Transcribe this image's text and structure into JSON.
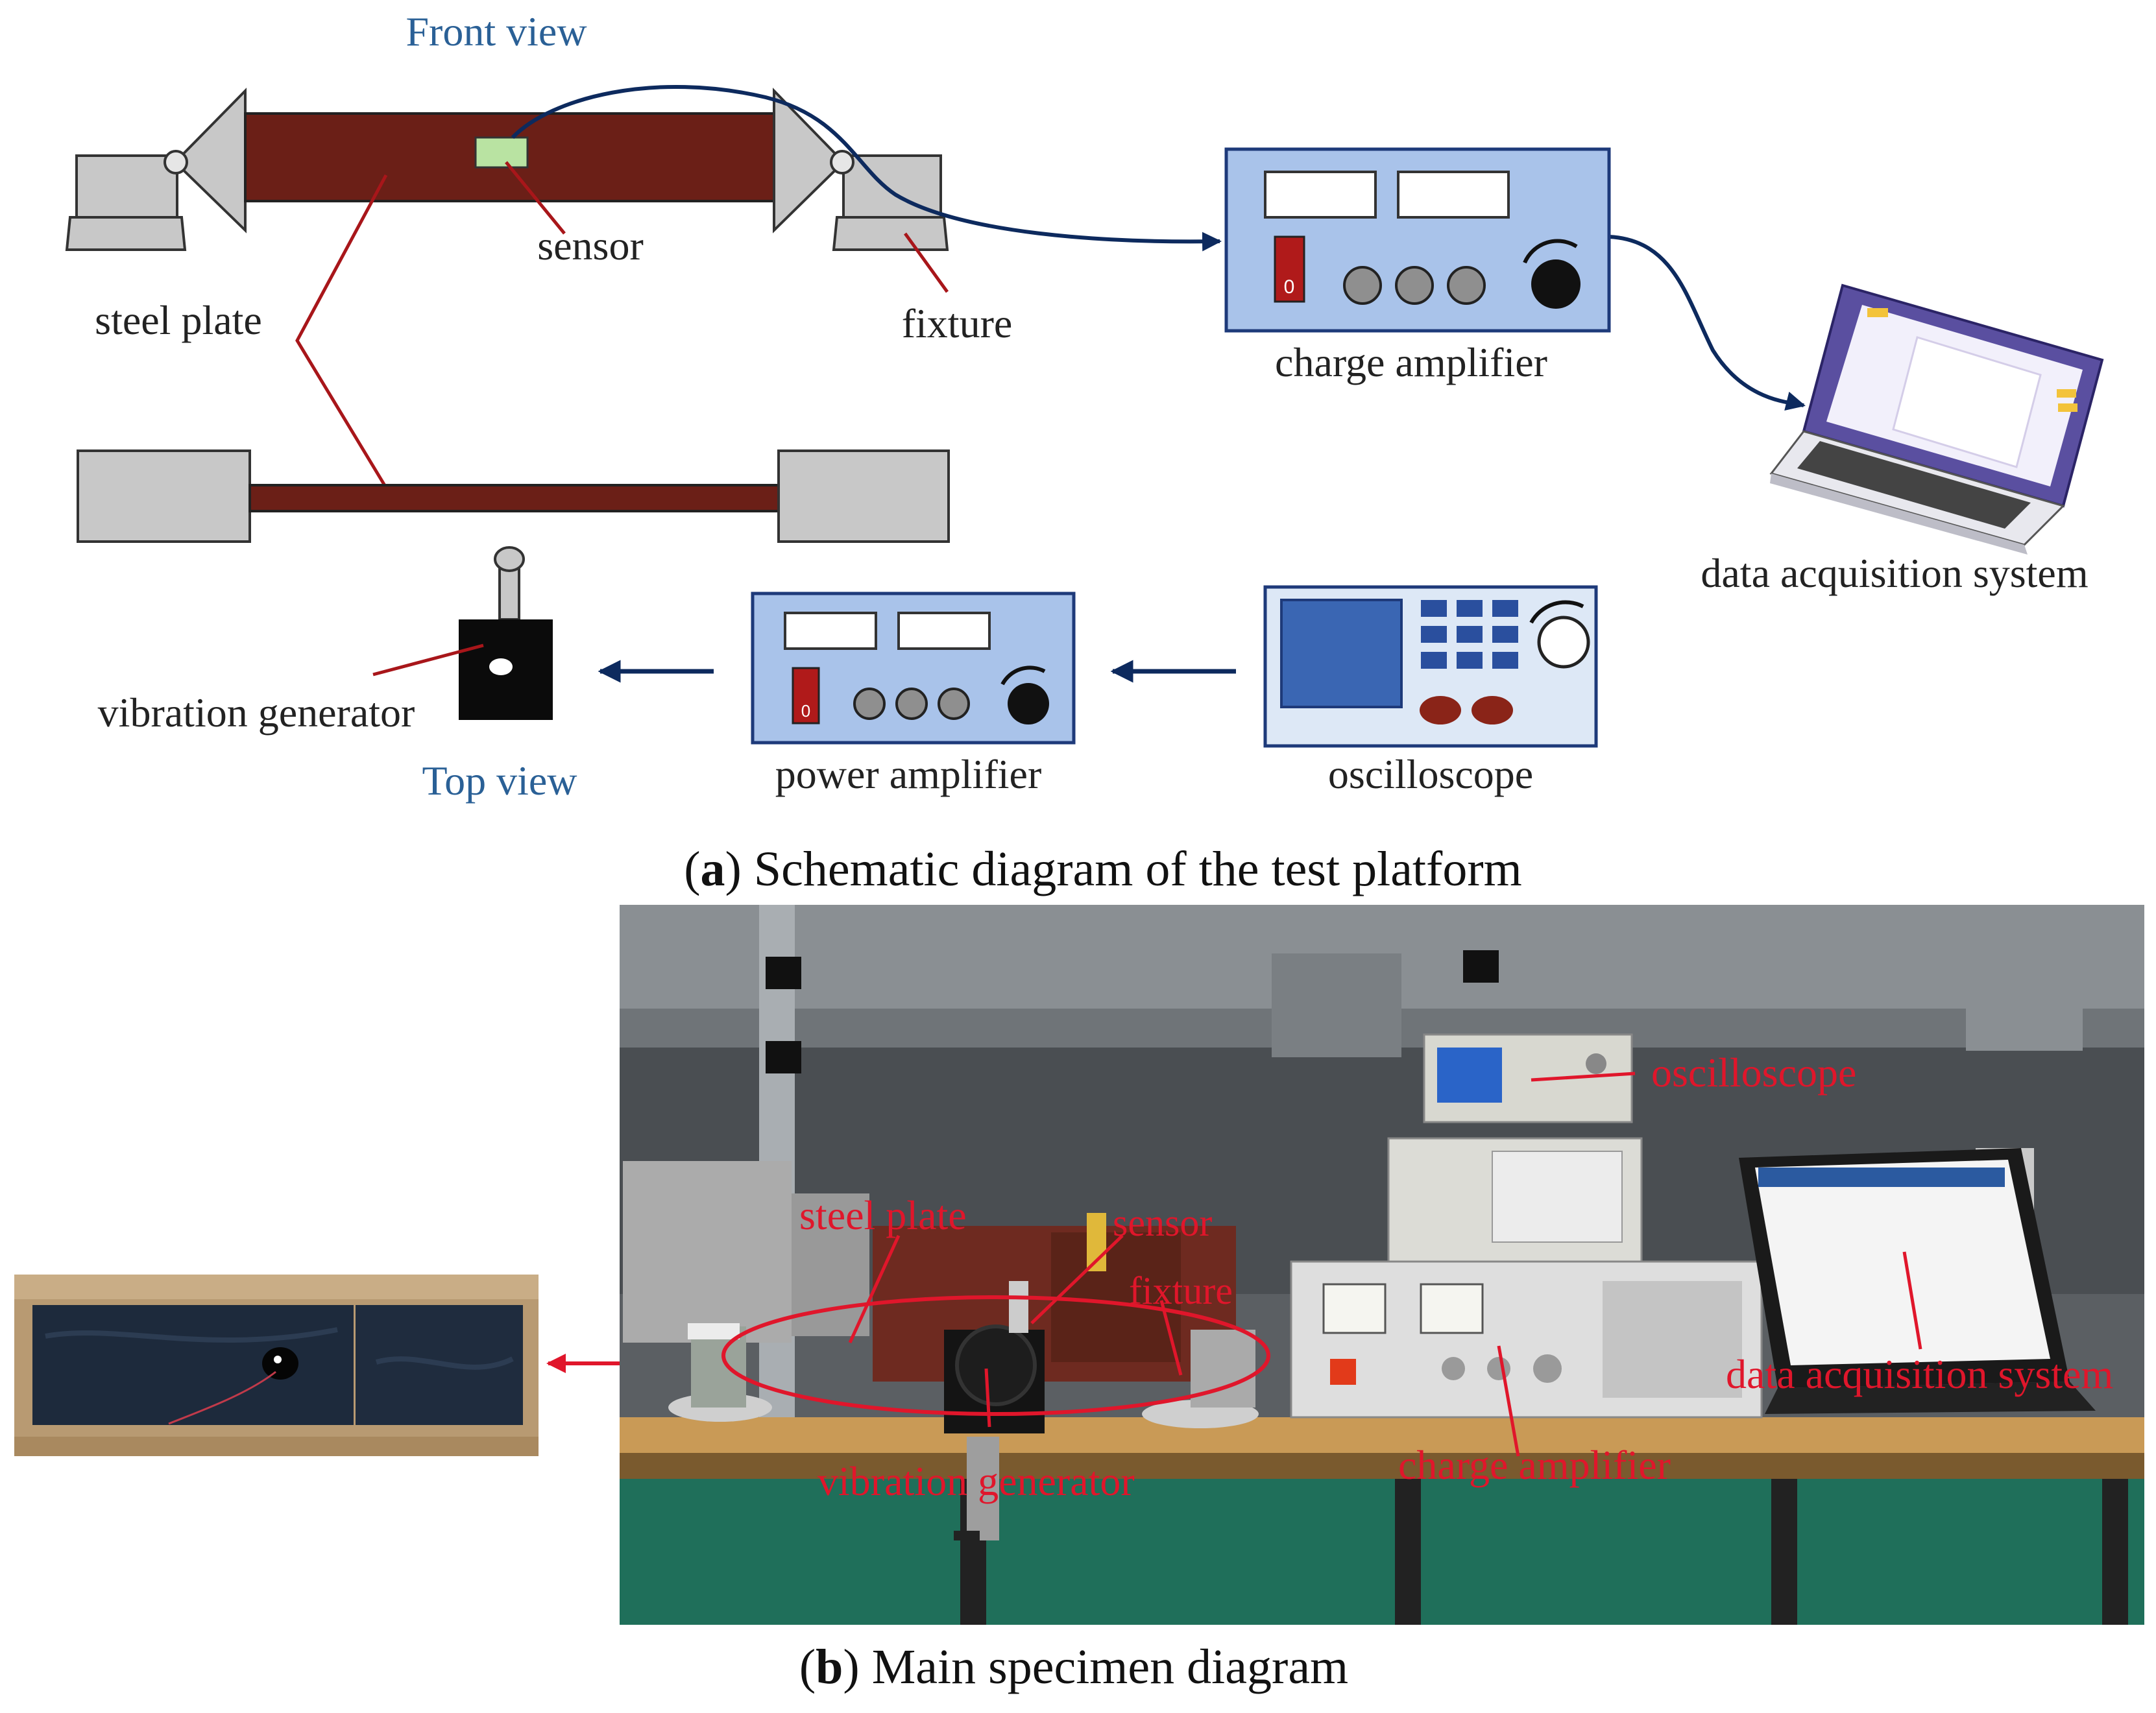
{
  "panel_a": {
    "front_view": "Front view",
    "top_view": "Top view",
    "steel_plate": "steel plate",
    "sensor": "sensor",
    "fixture": "fixture",
    "charge_amplifier": "charge amplifier",
    "data_acquisition_system": "data acquisition system",
    "vibration_generator": "vibration generator",
    "power_amplifier": "power amplifier",
    "oscilloscope": "oscilloscope",
    "caption_letter": "a",
    "caption_text": ") Schematic diagram of the test platform"
  },
  "panel_b": {
    "oscilloscope": "oscilloscope",
    "steel_plate": "steel plate",
    "sensor": "sensor",
    "fixture": "fixture",
    "data_acquisition_system": "data acquisition system",
    "charge_amplifier": "charge amplifier",
    "vibration_generator": "vibration generator",
    "caption_letter": "b",
    "caption_text": ") Main specimen diagram"
  },
  "colors": {
    "plate": "#6b1f17",
    "device_fill": "#a9c3ea",
    "device_stroke": "#1e3a7a",
    "cable": "#0d2a5e",
    "leader": "#a8161a",
    "heading_blue": "#2a6096",
    "photo_label": "#e0162b"
  }
}
